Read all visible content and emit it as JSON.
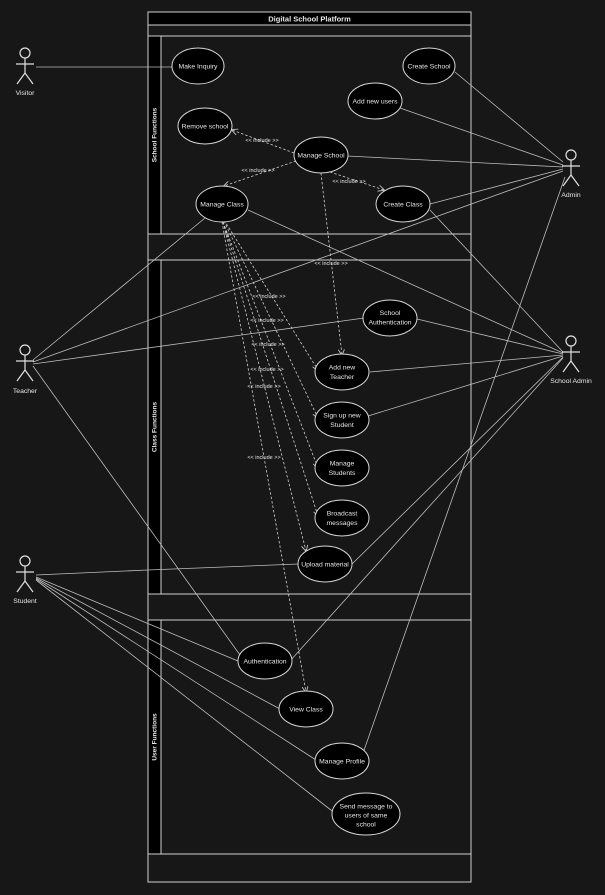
{
  "title": "Digital School Platform",
  "packages": [
    "School Functions",
    "Class Functions",
    "User Functions"
  ],
  "actors": {
    "visitor": "Visitor",
    "admin": "Admin",
    "teacher": "Teacher",
    "school_admin": "School Admin",
    "student": "Student"
  },
  "use_cases": {
    "make_inquiry": [
      "Make Inquiry"
    ],
    "create_school": [
      "Create School"
    ],
    "add_new_users": [
      "Add new users"
    ],
    "remove_school": [
      "Remove school"
    ],
    "manage_school": [
      "Manage School"
    ],
    "manage_class": [
      "Manage Class"
    ],
    "create_class": [
      "Create Class"
    ],
    "school_auth": [
      "School",
      "Authentication"
    ],
    "add_new_teacher": [
      "Add new",
      "Teacher"
    ],
    "sign_up_student": [
      "Sign up new",
      "Student"
    ],
    "manage_students": [
      "Manage",
      "Students"
    ],
    "broadcast_messages": [
      "Broadcast",
      "messages"
    ],
    "upload_material": [
      "Upload material"
    ],
    "authentication": [
      "Authentication"
    ],
    "view_class": [
      "View Class"
    ],
    "manage_profile": [
      "Manage Profile"
    ],
    "send_message": [
      "Send message to",
      "users of same",
      "school"
    ]
  },
  "include_label": "<< include >>",
  "colors": {
    "background": "#171717",
    "title_bar": "#000000",
    "line": "#bdbdbd",
    "text": "#e6e6e6"
  }
}
